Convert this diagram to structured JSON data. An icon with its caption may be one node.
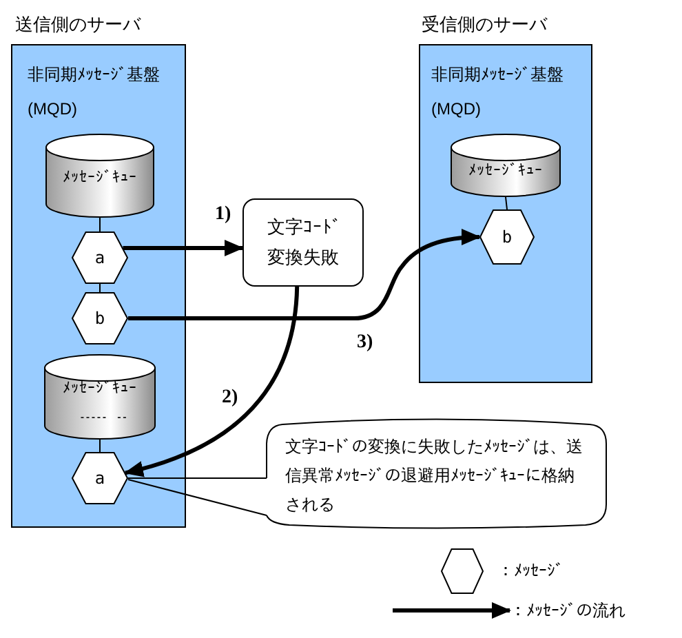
{
  "diagram": {
    "nodes": [
      {
        "text": [
          "送信側のサーバ",
          "非同期ﾒｯｾｰｼﾞ基盤",
          "(MQD)"
        ]
      },
      {
        "text": [
          "ﾒｯｾｰｼﾞｷｭｰ"
        ],
        "in": 0
      },
      {
        "text": [
          "a"
        ],
        "in": 0
      },
      {
        "text": [
          "b"
        ],
        "in": 0
      },
      {
        "text": [
          "ﾒｯｾｰｼﾞｷｭｰ"
        ],
        "in": 0
      },
      {
        "text": [
          "a"
        ],
        "in": 0
      },
      {
        "text": [
          "文字ｺｰﾄﾞ変換失敗"
        ]
      },
      {
        "text": [
          "受信側のサーバ",
          "非同期ﾒｯｾｰｼﾞ基盤",
          "(MQD)"
        ]
      },
      {
        "text": [
          "ﾒｯｾｰｼﾞｷｭｰ"
        ],
        "in": 7
      },
      {
        "text": [
          "b"
        ],
        "in": 7
      },
      {
        "text": [
          "文字ｺｰﾄﾞの変換に失敗したﾒｯｾｰｼﾞは、送信異常ﾒｯｾｰｼﾞの退避用ﾒｯｾｰｼﾞｷｭｰに格納される"
        ]
      }
    ],
    "edges": [
      {
        "from": 1,
        "to": 2,
        "arrow": "none"
      },
      {
        "from": 2,
        "to": 3,
        "arrow": "none"
      },
      {
        "from": 4,
        "to": 5,
        "arrow": "none"
      },
      {
        "from": 8,
        "to": 9,
        "arrow": "none"
      },
      {
        "from": 2,
        "to": 6,
        "arrow": "to",
        "label": "1)",
        "style": "thick"
      },
      {
        "from": 6,
        "to": 5,
        "arrow": "to",
        "label": "2)",
        "style": "thick"
      },
      {
        "from": 3,
        "to": 9,
        "arrow": "to",
        "label": "3)",
        "style": "thick"
      },
      {
        "from": 10,
        "to": 5,
        "arrow": "none"
      }
    ],
    "legend": [
      {
        "text": "：ﾒｯｾｰｼﾞ"
      },
      {
        "text": "：ﾒｯｾｰｼﾞの流れ"
      }
    ]
  }
}
